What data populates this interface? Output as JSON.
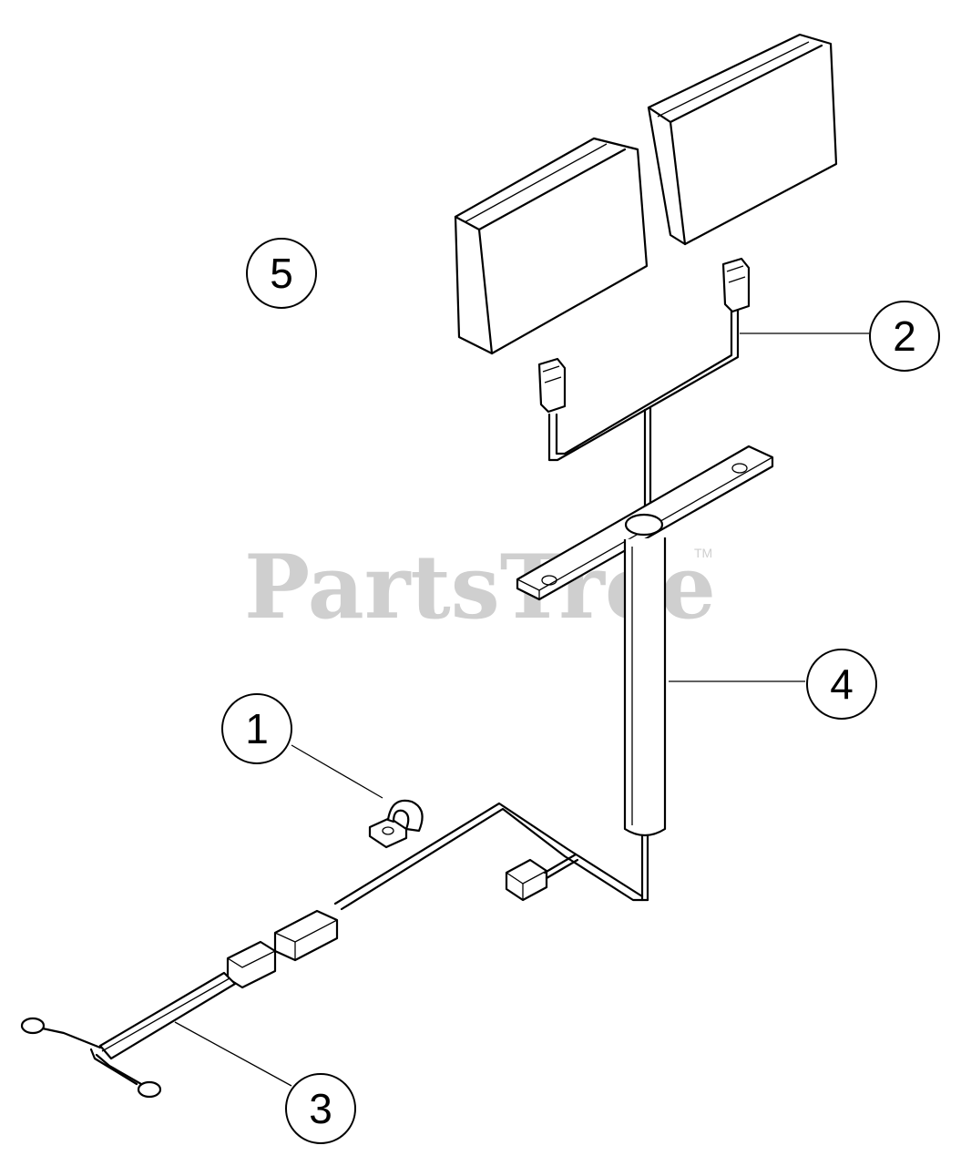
{
  "watermark": {
    "text": "PartsTree",
    "tm": "TM"
  },
  "callouts": [
    {
      "id": "1",
      "label": "1"
    },
    {
      "id": "2",
      "label": "2"
    },
    {
      "id": "3",
      "label": "3"
    },
    {
      "id": "4",
      "label": "4"
    },
    {
      "id": "5",
      "label": "5"
    }
  ]
}
